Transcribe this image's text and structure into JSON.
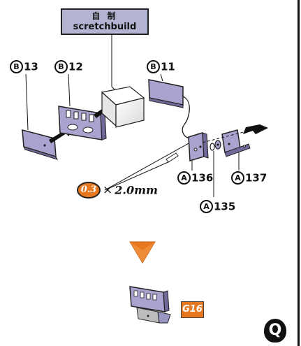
{
  "scratchbuild": {
    "japanese": "自 制",
    "english": "scretchbuild"
  },
  "parts": {
    "b13": {
      "letter": "B",
      "number": "13"
    },
    "b12": {
      "letter": "B",
      "number": "12"
    },
    "b11": {
      "letter": "B",
      "number": "11"
    },
    "a136": {
      "letter": "A",
      "number": "136"
    },
    "a137": {
      "letter": "A",
      "number": "137"
    },
    "a135": {
      "letter": "A",
      "number": "135"
    }
  },
  "dimension": {
    "diameter": "0.3",
    "times": "×",
    "length": "2.0mm"
  },
  "reference": {
    "code": "G16"
  },
  "page_marker": {
    "letter": "Q"
  },
  "colors": {
    "scratch_box": "#b3b3d2",
    "part_purple": "#a9a4cf",
    "accent_orange": "#e8781f",
    "ink": "#111111"
  }
}
